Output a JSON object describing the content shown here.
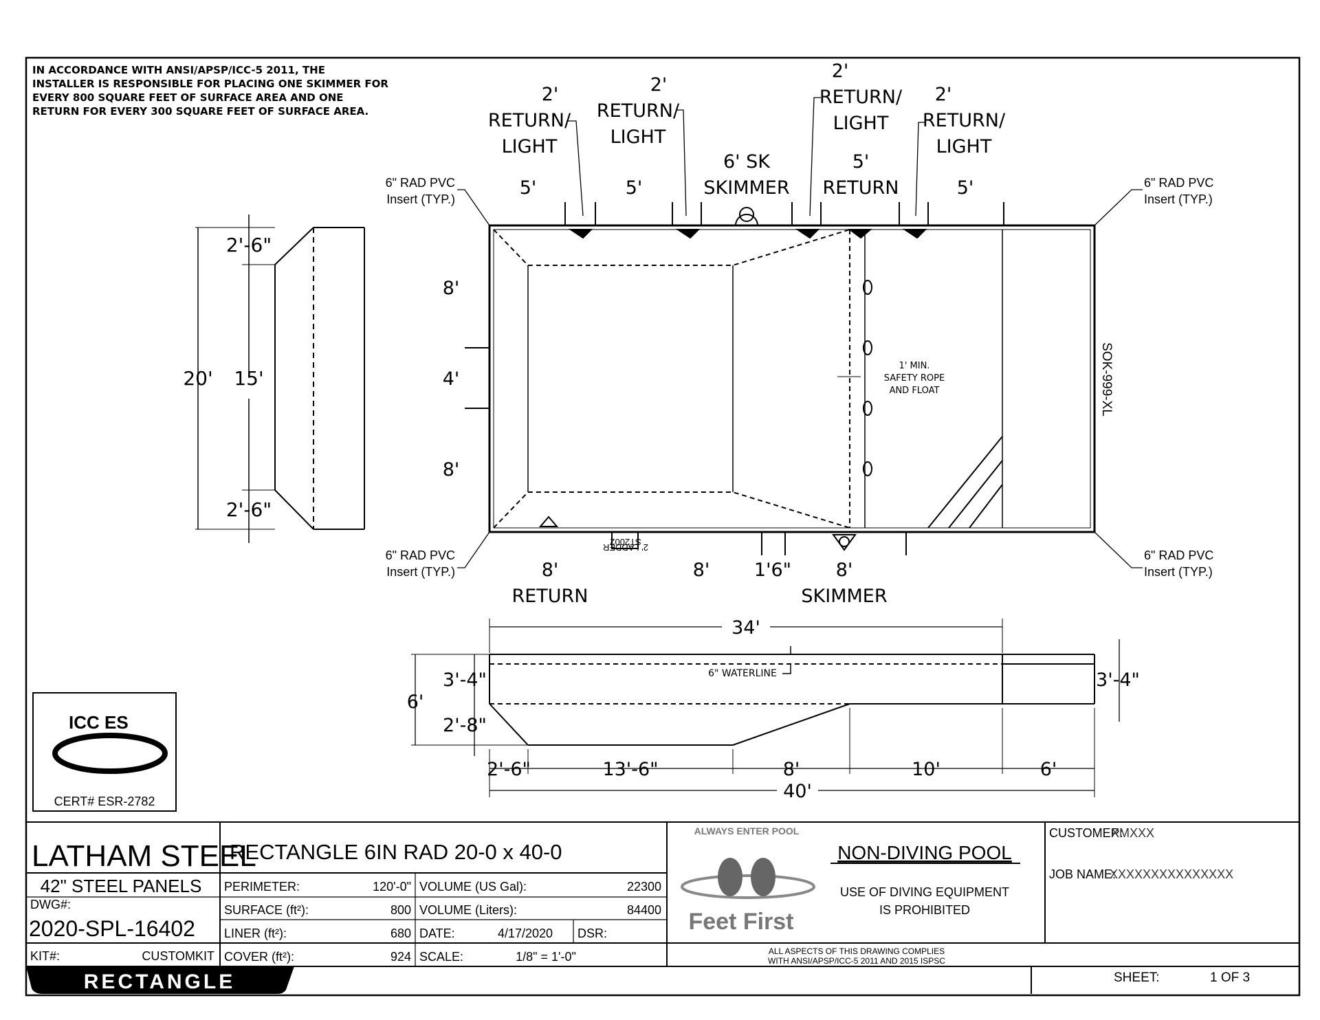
{
  "note": "IN ACCORDANCE WITH ANSI/APSP/ICC-5 2011, THE INSTALLER IS RESPONSIBLE FOR PLACING ONE SKIMMER FOR EVERY 800 SQUARE FEET OF SURFACE AREA AND ONE RETURN FOR EVERY 300 SQUARE FEET OF SURFACE AREA.",
  "callouts": {
    "insert_tl_1": "6\" RAD PVC",
    "insert_tl_2": "Insert (TYP.)",
    "insert_tr_1": "6\" RAD PVC",
    "insert_tr_2": "Insert (TYP.)",
    "insert_bl_1": "6\" RAD PVC",
    "insert_bl_2": "Insert (TYP.)",
    "insert_br_1": "6\" RAD PVC",
    "insert_br_2": "Insert (TYP.)",
    "return_light_1a": "2'",
    "return_light_1b": "RETURN/",
    "return_light_1c": "LIGHT",
    "return_light_2a": "2'",
    "return_light_2b": "RETURN/",
    "return_light_2c": "LIGHT",
    "return_light_3a": "2'",
    "return_light_3b": "RETURN/",
    "return_light_3c": "LIGHT",
    "return_light_4a": "2'",
    "return_light_4b": "RETURN/",
    "return_light_4c": "LIGHT",
    "top_sp_1": "5'",
    "top_sp_2": "5'",
    "skimmer_top_a": "6' SK",
    "skimmer_top_b": "SKIMMER",
    "return_top_a": "5'",
    "return_top_b": "RETURN",
    "top_sp_5": "5'",
    "side_8a": "8'",
    "side_4": "4'",
    "side_8b": "8'",
    "bottom_8a": "8'",
    "bottom_return": "RETURN",
    "bottom_8b": "8'",
    "bottom_16": "1'6\"",
    "bottom_8c": "8'",
    "bottom_skimmer": "SKIMMER",
    "ladder": "2' LADDER",
    "ladder_code": "ST2002",
    "safety_1": "1' MIN.",
    "safety_2": "SAFETY ROPE",
    "safety_3": "AND FLOAT",
    "model": "SOK-999-XL"
  },
  "end_view": {
    "d_top": "2'-6\"",
    "d_mid": "15'",
    "d_bot": "2'-6\"",
    "d_total": "20'"
  },
  "section": {
    "d_34": "34'",
    "waterline": "6\" WATERLINE",
    "d_34a": "3'-4\"",
    "d_6": "6'",
    "d_28": "2'-8\"",
    "d_34b": "3'-4\"",
    "d_26": "2'-6\"",
    "d_136": "13'-6\"",
    "d_8": "8'",
    "d_10": "10'",
    "d_6b": "6'",
    "d_40": "40'"
  },
  "cert": {
    "logo_text": "ICC ES",
    "cert_no": "CERT# ESR-2782"
  },
  "title_block": {
    "brand": "LATHAM STEEL",
    "panels": "42\"  STEEL PANELS",
    "dwg_label": "DWG#:",
    "dwg_no": "2020-SPL-16402",
    "kit_label": "KIT#:",
    "kit_value": "CUSTOMKIT",
    "shape_banner": "RECTANGLE",
    "title": "RECTANGLE 6IN RAD 20-0 x 40-0",
    "perimeter_label": "PERIMETER:",
    "perimeter": "120'-0\"",
    "surface_label": "SURFACE (ft²):",
    "surface": "800",
    "liner_label": "LINER (ft²):",
    "liner": "680",
    "cover_label": "COVER (ft²):",
    "cover": "924",
    "vol_us_label": "VOLUME (US Gal):",
    "vol_us": "22300",
    "vol_l_label": "VOLUME (Liters):",
    "vol_l": "84400",
    "date_label": "DATE:",
    "date": "4/17/2020",
    "dsr_label": "DSR:",
    "scale_label": "SCALE:",
    "scale": "1/8\" = 1'-0\"",
    "feet_first_top": "ALWAYS ENTER POOL",
    "feet_first": "Feet First",
    "non_diving": "NON-DIVING POOL",
    "warning_1": "USE OF DIVING EQUIPMENT",
    "warning_2": "IS PROHIBITED",
    "compliance_1": "ALL ASPECTS OF THIS DRAWING COMPLIES",
    "compliance_2": "WITH ANSI/APSP/ICC-5 2011 AND 2015 ISPSC",
    "customer_label": "CUSTOMER:",
    "customer_value": "XMXXX",
    "job_label": "JOB NAME:",
    "job_value": "XXXXXXXXXXXXXXX",
    "sheet_label": "SHEET:",
    "sheet": "1 OF 3"
  }
}
